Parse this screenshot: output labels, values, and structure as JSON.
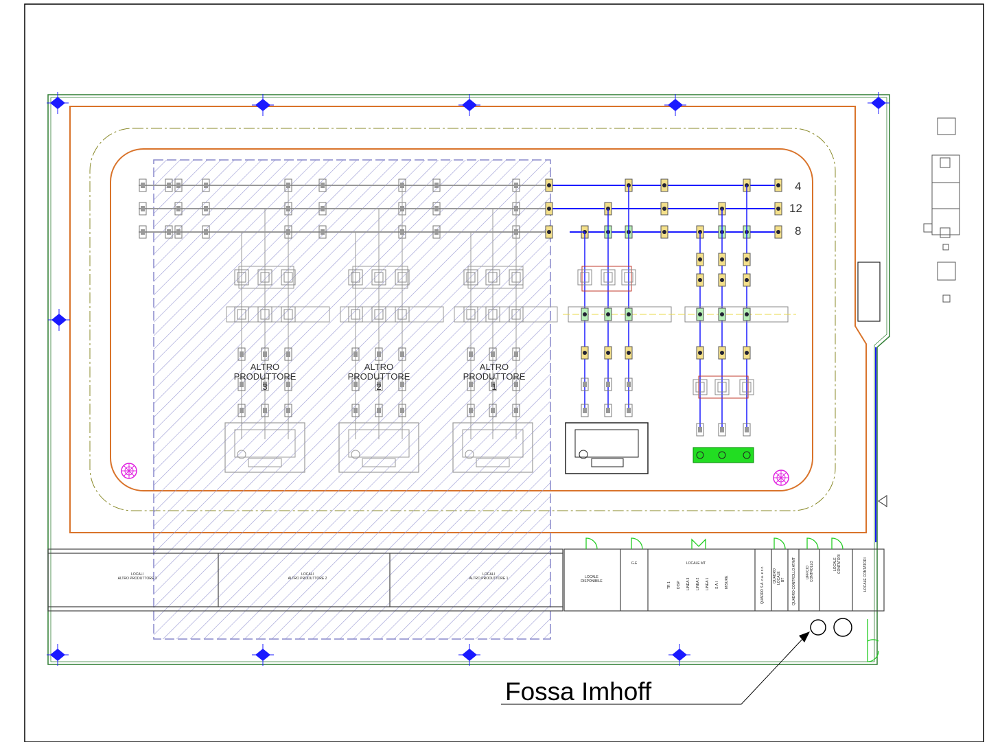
{
  "callout": {
    "label": "Fossa Imhoff"
  },
  "feeders": [
    {
      "number": "4"
    },
    {
      "number": "12"
    },
    {
      "number": "8"
    }
  ],
  "other_producers": [
    {
      "line1": "ALTRO",
      "line2": "PRODUTTORE",
      "number": "3"
    },
    {
      "line1": "ALTRO",
      "line2": "PRODUTTORE",
      "number": "2"
    },
    {
      "line1": "ALTRO",
      "line2": "PRODUTTORE",
      "number": "1"
    }
  ],
  "producer_rooms": [
    {
      "line1": "LOCALI",
      "line2": "ALTRO PRODUTTORE 3"
    },
    {
      "line1": "LOCALI",
      "line2": "ALTRO PRODUTTORE 2"
    },
    {
      "line1": "LOCALI",
      "line2": "ALTRO PRODUTTORE 1"
    }
  ],
  "building_rooms": {
    "locale_disponibile": [
      "LOCALE",
      "DISPONIBILE"
    ],
    "ge": "G.E",
    "locale_mt": "LOCALE MT",
    "panels": [
      "TR 1",
      "DISP.",
      "LINEA 3",
      "LINEA 2",
      "LINEA 1",
      "S.A.I",
      "MISURE"
    ],
    "quadro_sa": "QUADRO S.A. c.a. e c.c.",
    "locale_quadro_bt": [
      "QUADRO",
      "LOCALE",
      "BT"
    ],
    "quadro_controllo": "QUADRO CONTROLLO AT/MT",
    "ufficio": [
      "UFFICIO",
      "CONTROLLO"
    ],
    "contatori": [
      "LOCALE",
      "CONTATORI"
    ],
    "locale_contatori": "LOCALE CONTATORI"
  },
  "colors": {
    "fence": "#2e7d32",
    "road": "#d9732a",
    "dash_line": "#8a8a2a",
    "busbar": "#1a1aff",
    "hatch": "#9a9ad4",
    "magenta": "#e020e0",
    "green_fill": "#22dd22",
    "light_post": "#1a1aff",
    "equipment_gray": "#7a7a7a"
  }
}
